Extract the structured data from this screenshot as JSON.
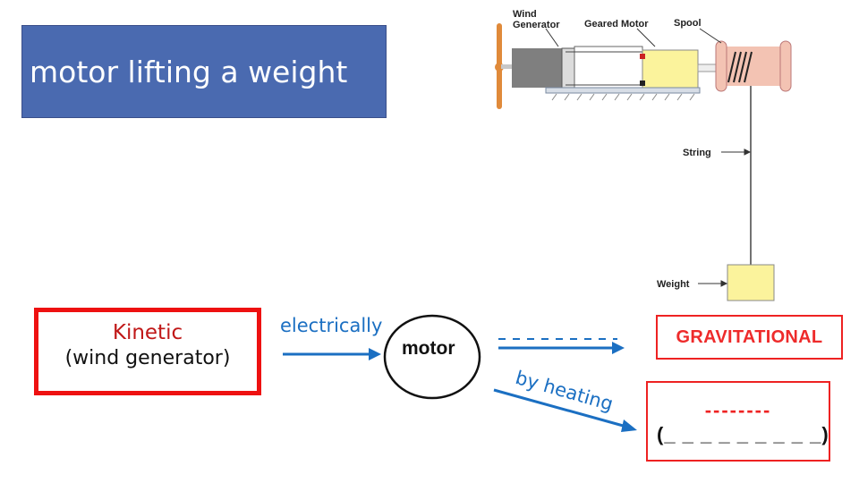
{
  "title": "motor lifting a weight",
  "kinetic": {
    "title": "Kinetic",
    "subtitle": "(wind generator)"
  },
  "arrows": {
    "electrically": "electrically",
    "by_heating": "by heating"
  },
  "motor_label": "motor",
  "outputs": {
    "gravitational": "GRAVITATIONAL",
    "blank_top": "--------",
    "blank_paren": "(_ _ _ _ _ _ _ _ _)"
  },
  "apparatus": {
    "wind_generator": "Wind\nGenerator",
    "geared_motor": "Geared Motor",
    "spool": "Spool",
    "string": "String",
    "weight": "Weight"
  },
  "colors": {
    "title_bg": "#4a6ab0",
    "accent_red": "#ee2222",
    "arrow_blue": "#1b6fc2"
  }
}
